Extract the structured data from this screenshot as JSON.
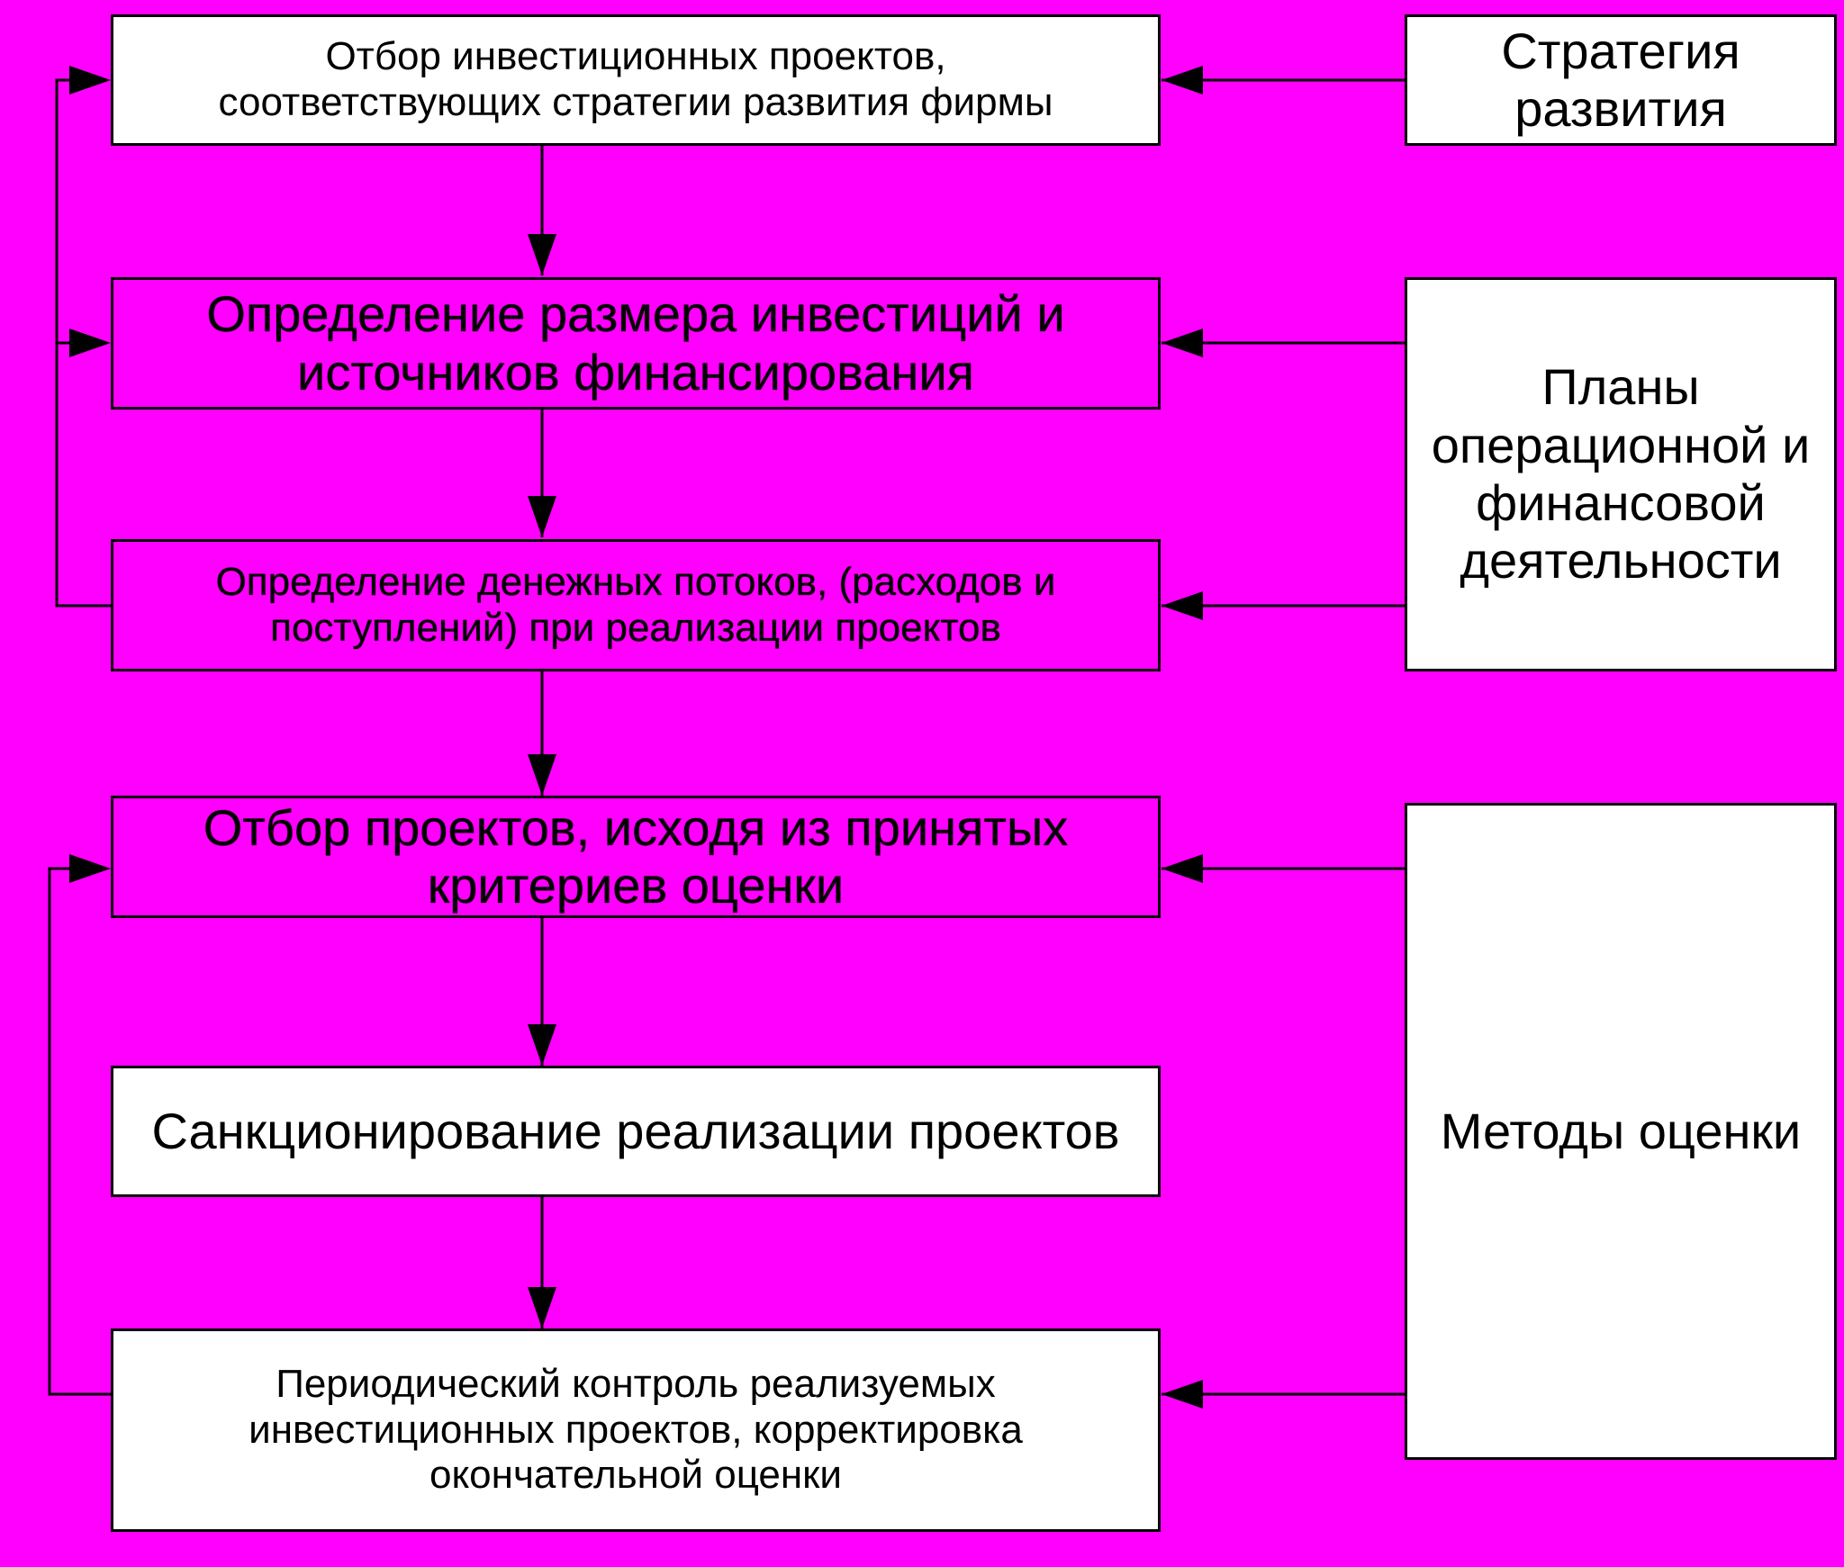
{
  "colors": {
    "background": "#FF00FF",
    "box_fill": "#FFFFFF",
    "line": "#000000"
  },
  "process": {
    "step1": "Отбор инвестиционных проектов,\nсоответствующих стратегии развития фирмы",
    "step2": "Определение размера инвестиций и\nисточников финансирования",
    "step3": "Определение денежных потоков, (расходов и\nпоступлений) при реализации проектов",
    "step4": "Отбор проектов, исходя из принятых\nкритериев оценки",
    "step5": "Санкционирование реализации проектов",
    "step6": "Периодический контроль реализуемых\nинвестиционных проектов, корректировка\nокончательной оценки"
  },
  "inputs": {
    "strategy": "Стратегия\nразвития",
    "plans": "Планы\nоперационной и\nфинансовой\nдеятельности",
    "methods": "Методы оценки"
  }
}
